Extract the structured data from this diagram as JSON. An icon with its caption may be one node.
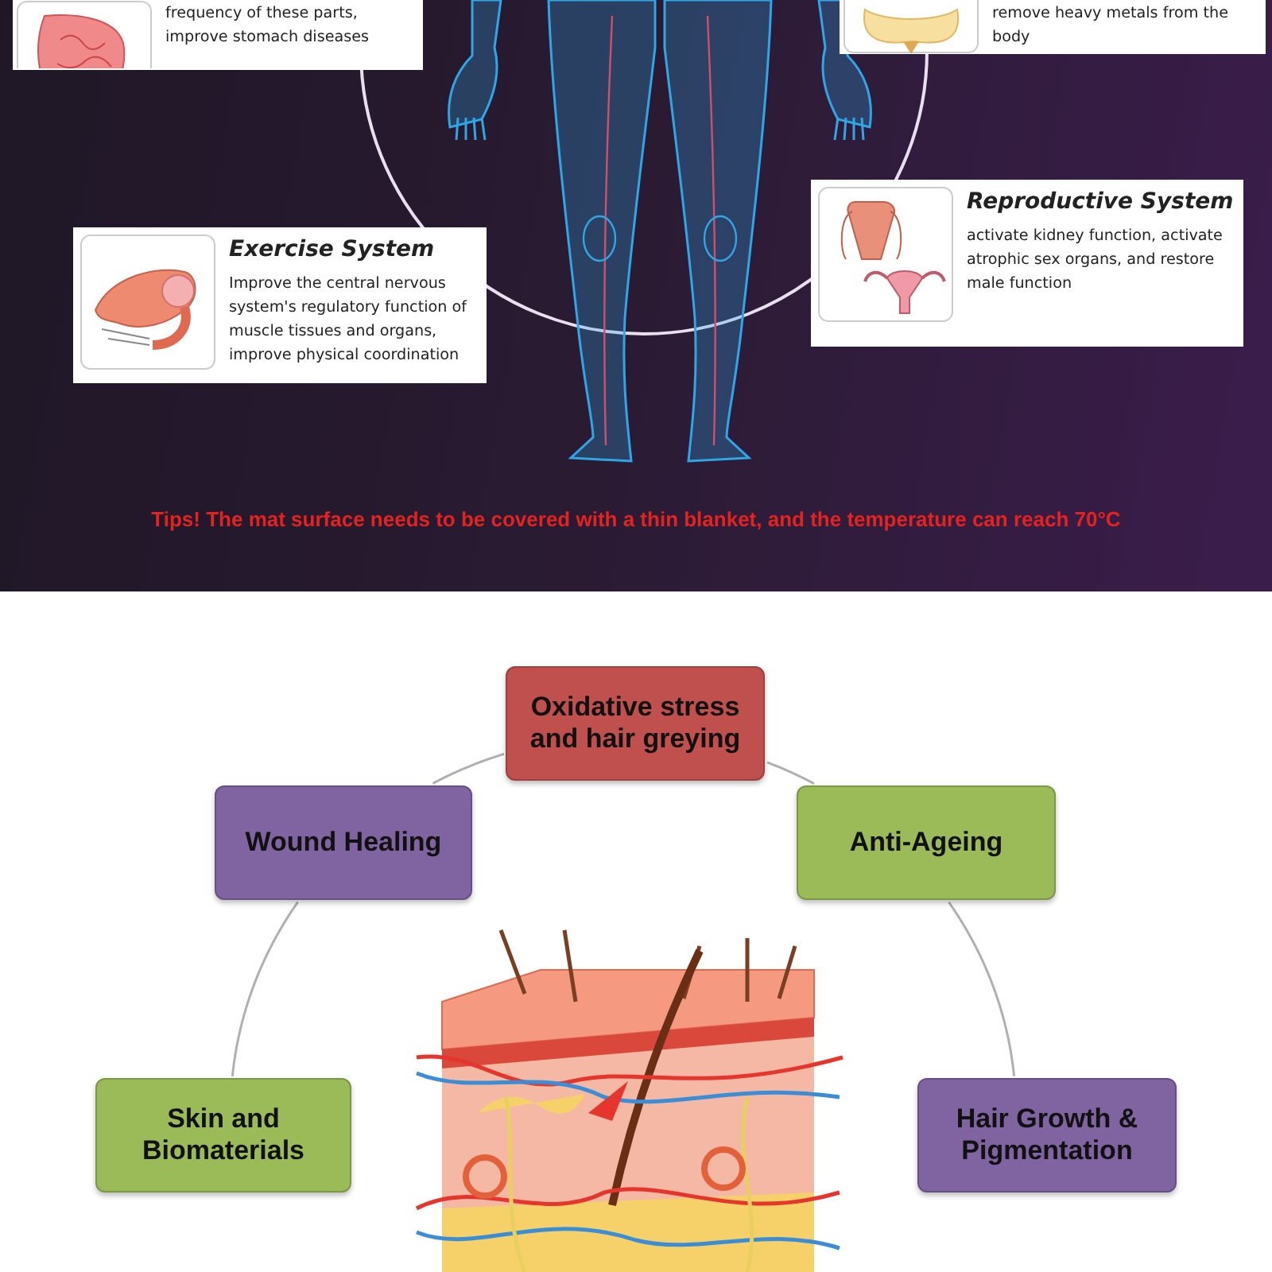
{
  "diagram": {
    "nodes": [
      {
        "text": [
          "frequency of these parts, improve stomach diseases"
        ]
      },
      {
        "text": [
          "remove heavy metals from the body"
        ]
      },
      {
        "text": [
          "Exercise System",
          "Improve the central nervous system's regulatory function of muscle tissues and organs, improve physical coordination"
        ]
      },
      {
        "text": [
          "Reproductive System",
          "activate kidney function, activate atrophic sex organs, and restore male function"
        ]
      },
      {
        "text": [
          "Oxidative stress and hair greying"
        ]
      },
      {
        "text": [
          "Wound Healing"
        ]
      },
      {
        "text": [
          "Anti-Ageing"
        ]
      },
      {
        "text": [
          "Skin and Biomaterials"
        ]
      },
      {
        "text": [
          "Hair Growth & Pigmentation"
        ]
      }
    ],
    "edges": [
      {
        "from": 4,
        "to": 5,
        "arrow": "none"
      },
      {
        "from": 4,
        "to": 6,
        "arrow": "none"
      },
      {
        "from": 5,
        "to": 7,
        "arrow": "none"
      },
      {
        "from": 6,
        "to": 8,
        "arrow": "none"
      }
    ],
    "labels": [
      "Tips! The mat surface needs to be covered with a thin blanket, and the temperature can reach 70°C"
    ]
  }
}
